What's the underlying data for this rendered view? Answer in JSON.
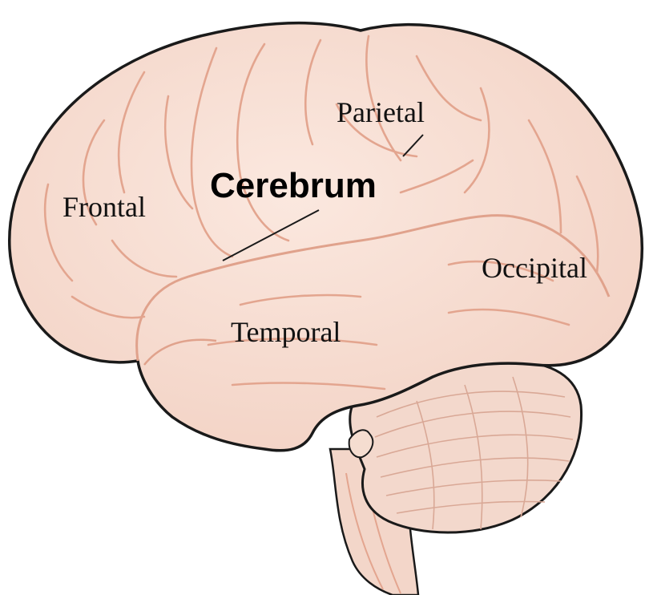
{
  "diagram": {
    "title": "Cerebrum",
    "regions": {
      "frontal": "Frontal",
      "parietal": "Parietal",
      "occipital": "Occipital",
      "temporal": "Temporal"
    }
  },
  "colors": {
    "tissue": "#f6dcd0",
    "tissue_light": "#fbe9e0",
    "sulcus": "#e3a58f",
    "outline": "#1a1a1a",
    "cerebellum": "#f3d8cc"
  }
}
